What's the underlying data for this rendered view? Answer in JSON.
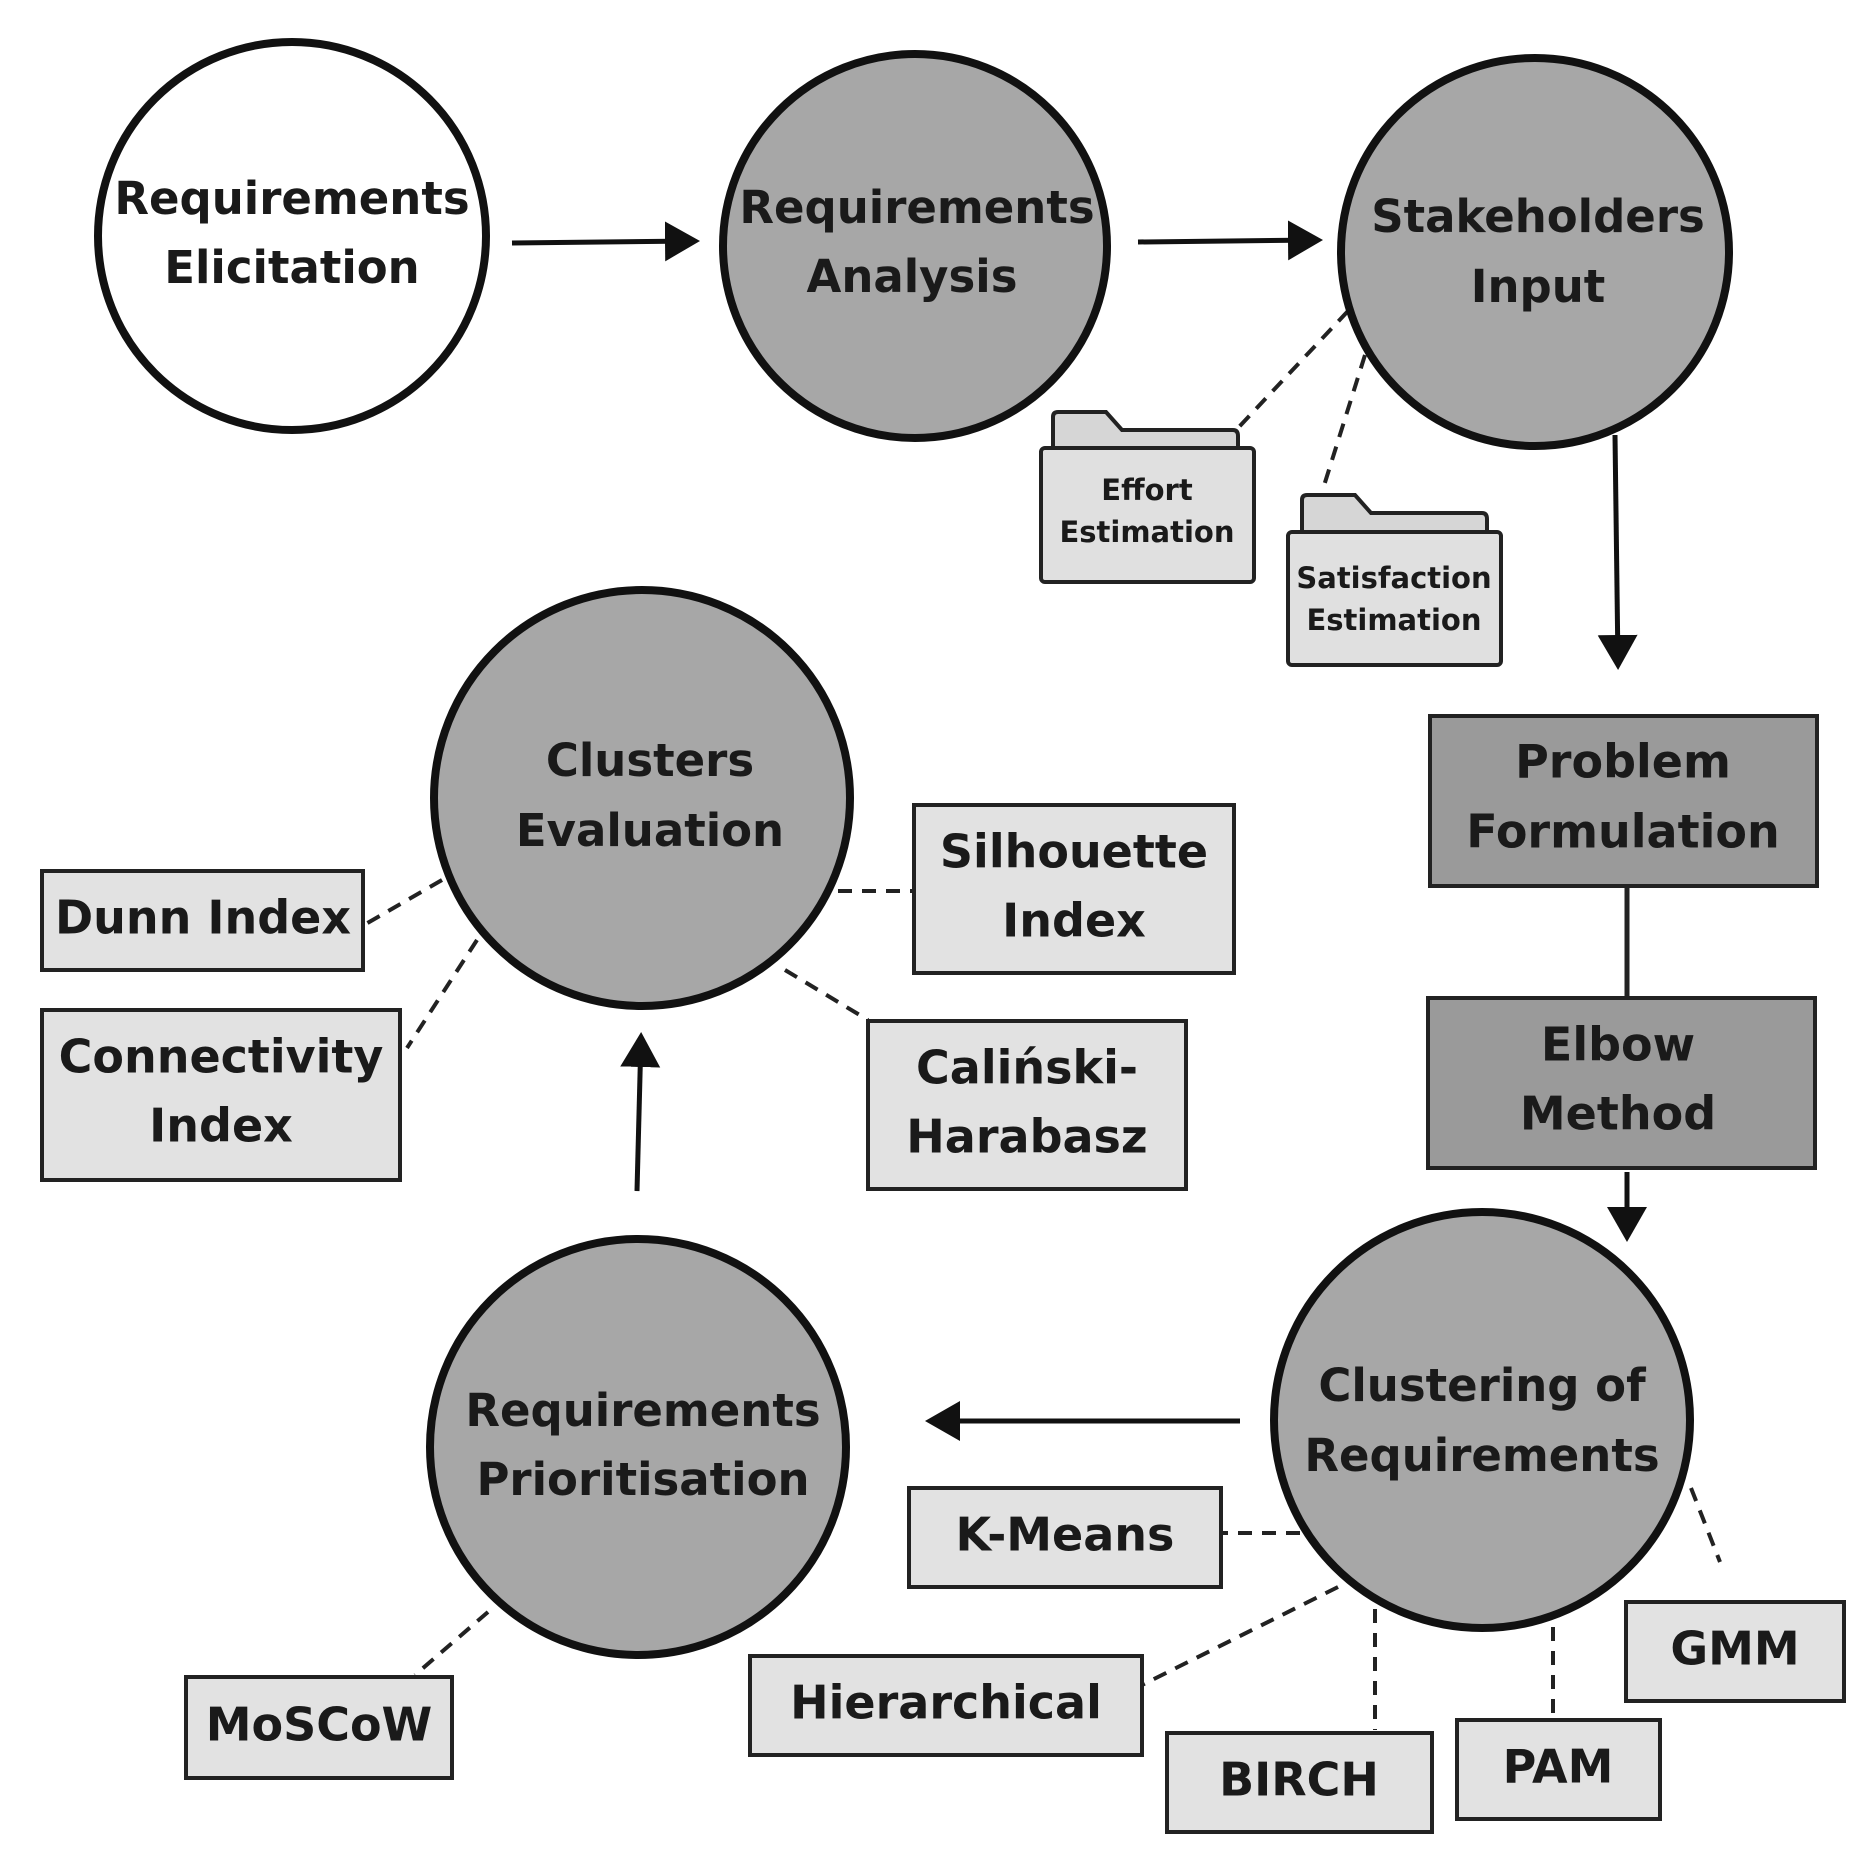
{
  "nodes": {
    "elicitation": [
      "Requirements",
      "Elicitation"
    ],
    "analysis": [
      "Requirements",
      "Analysis"
    ],
    "stakeholders": [
      "Stakeholders",
      "Input"
    ],
    "effort": [
      "Effort",
      "Estimation"
    ],
    "satisfaction": [
      "Satisfaction",
      "Estimation"
    ],
    "problem": [
      "Problem",
      "Formulation"
    ],
    "elbow": [
      "Elbow",
      "Method"
    ],
    "clustering": [
      "Clustering of",
      "Requirements"
    ],
    "prioritisation": [
      "Requirements",
      "Prioritisation"
    ],
    "evaluation": [
      "Clusters",
      "Evaluation"
    ],
    "dunn": "Dunn Index",
    "connectivity": [
      "Connectivity",
      "Index"
    ],
    "silhouette": [
      "Silhouette",
      "Index"
    ],
    "calinski": [
      "Caliński-",
      "Harabasz"
    ],
    "kmeans": "K-Means",
    "hierarchical": "Hierarchical",
    "birch": "BIRCH",
    "pam": "PAM",
    "gmm": "GMM",
    "moscow": "MoSCoW"
  },
  "colors": {
    "circle_fill": "#a7a7a7",
    "dark_box_fill": "#9a9a9a",
    "light_box_fill": "#e2e2e2",
    "stroke": "#111111"
  }
}
